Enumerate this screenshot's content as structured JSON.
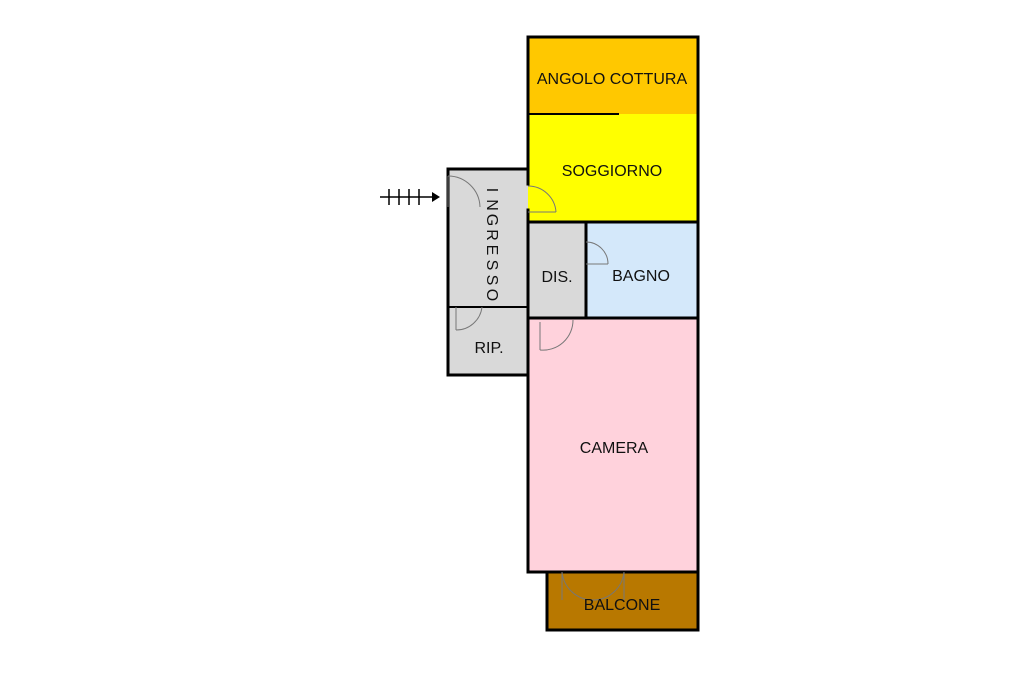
{
  "rooms": {
    "angolo_cottura": {
      "label": "ANGOLO COTTURA",
      "color": "#FFC800"
    },
    "soggiorno": {
      "label": "SOGGIORNO",
      "color": "#FFFF00"
    },
    "ingresso": {
      "label": "INGRESSO",
      "letters": [
        "I",
        "N",
        "G",
        "R",
        "E",
        "S",
        "S",
        "O"
      ],
      "color": "#D9D9D9"
    },
    "dis": {
      "label": "DIS.",
      "color": "#D9D9D9"
    },
    "bagno": {
      "label": "BAGNO",
      "color": "#D4E8FA"
    },
    "rip": {
      "label": "RIP.",
      "color": "#D9D9D9"
    },
    "camera": {
      "label": "CAMERA",
      "color": "#FFD2DC"
    },
    "balcone": {
      "label": "BALCONE",
      "color": "#B87800"
    }
  },
  "wall_color": "#000000",
  "entrance_arrow_icon": "entrance-arrow-icon"
}
